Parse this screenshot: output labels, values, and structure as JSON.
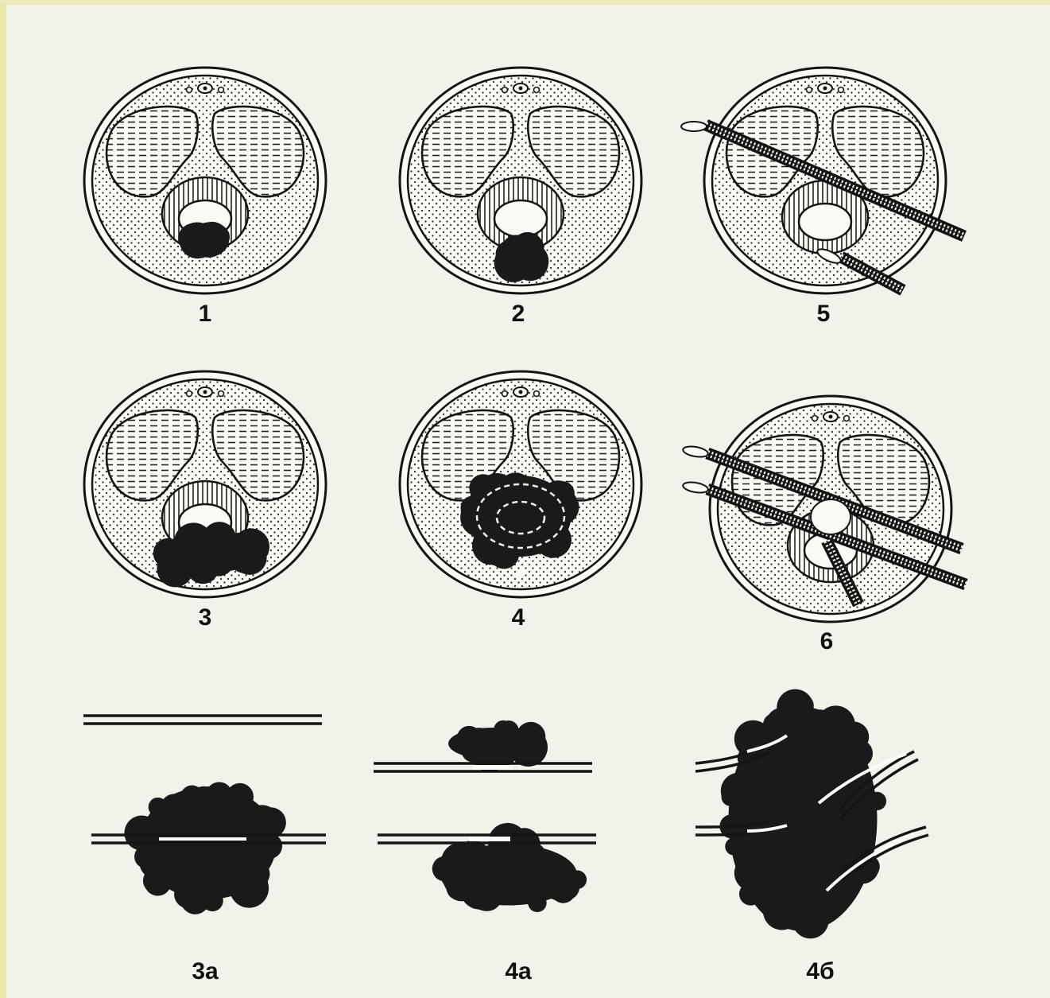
{
  "figure": {
    "panels": [
      {
        "id": "p1",
        "label": "1"
      },
      {
        "id": "p2",
        "label": "2"
      },
      {
        "id": "p5",
        "label": "5"
      },
      {
        "id": "p3",
        "label": "3"
      },
      {
        "id": "p4",
        "label": "4"
      },
      {
        "id": "p6",
        "label": "6"
      },
      {
        "id": "p3a",
        "label": "3а"
      },
      {
        "id": "p4a",
        "label": "4а"
      },
      {
        "id": "p4b",
        "label": "4б"
      }
    ]
  },
  "colors": {
    "background": "#f3f2ea",
    "ink": "#141414",
    "hematoma": "#1a1a1a",
    "frame_accent": "#e8e6a8"
  }
}
